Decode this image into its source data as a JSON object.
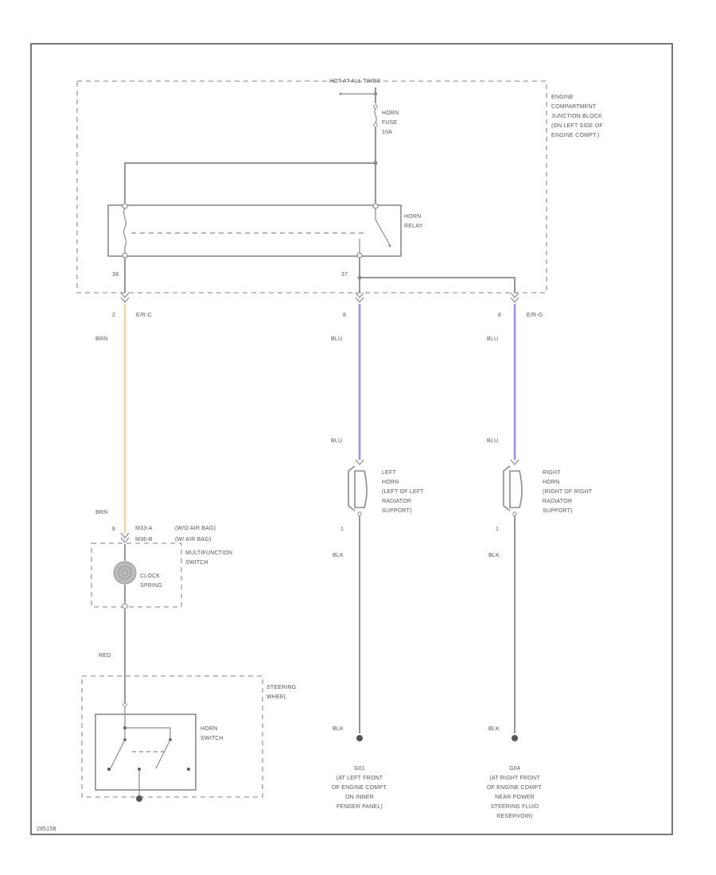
{
  "colors": {
    "frame": "#777777",
    "wire": "#8a8a8a",
    "wire_brn": "#f0d890",
    "wire_blu": "#9a90ff",
    "text": "#555555"
  },
  "labels": {
    "hot_at_all_times": "HOT AT ALL TIMES",
    "ecjb": [
      "ENGINE",
      "COMPARTMENT",
      "JUNCTION BLOCK",
      "(ON LEFT SIDE OF",
      "ENGINE COMPT.)"
    ],
    "fuse": [
      "HORN",
      "FUSE",
      "10A"
    ],
    "relay": [
      "HORN",
      "RELAY"
    ],
    "pin_38": "38",
    "pin_37": "37",
    "conn_erc_left": "E/R-C",
    "conn_erg": "E/R-G",
    "pin_2": "2",
    "pin_8_mid": "8",
    "pin_8_right": "8",
    "wire_brn_top": "BRN",
    "wire_blu_mid_top": "BLU",
    "wire_blu_right_top": "BLU",
    "wire_blu_mid_bot": "BLU",
    "wire_blu_right_bot": "BLU",
    "left_horn": [
      "LEFT",
      "HORN",
      "(LEFT OF LEFT",
      "RADIATOR",
      "SUPPORT)"
    ],
    "right_horn": [
      "RIGHT",
      "HORN",
      "(RIGHT OF RIGHT",
      "RADIATOR",
      "SUPPORT)"
    ],
    "horn_pin_left": "1",
    "horn_pin_right": "1",
    "blk_left_top": "BLK",
    "blk_right_top": "BLK",
    "blk_left_bot": "BLK",
    "blk_right_bot": "BLK",
    "wire_brn_bot": "BRN",
    "msw_pin_8": "8",
    "msw_conn_a": "M33-A",
    "msw_conn_a_note": "(W/O AIR BAG)",
    "msw_conn_b": "M36-B",
    "msw_conn_b_note": "(W/ AIR BAG)",
    "msw": [
      "MULTIFUNCTION",
      "SWITCH"
    ],
    "clock_spring": [
      "CLOCK",
      "SPRING"
    ],
    "wire_red": "RED",
    "steering_wheel": [
      "STEERING",
      "WHEEL"
    ],
    "horn_switch": [
      "HORN",
      "SWITCH"
    ],
    "ground_left": [
      "G01",
      "(AT LEFT FRONT",
      "OF ENGINE COMPT.",
      "ON INNER",
      "FENDER PANEL)"
    ],
    "ground_right": [
      "G04",
      "(AT RIGHT FRONT",
      "OF ENGINE COMPT.",
      "NEAR POWER",
      "STEERING FLUID",
      "RESERVOIR)"
    ],
    "footer_code": "285158"
  }
}
